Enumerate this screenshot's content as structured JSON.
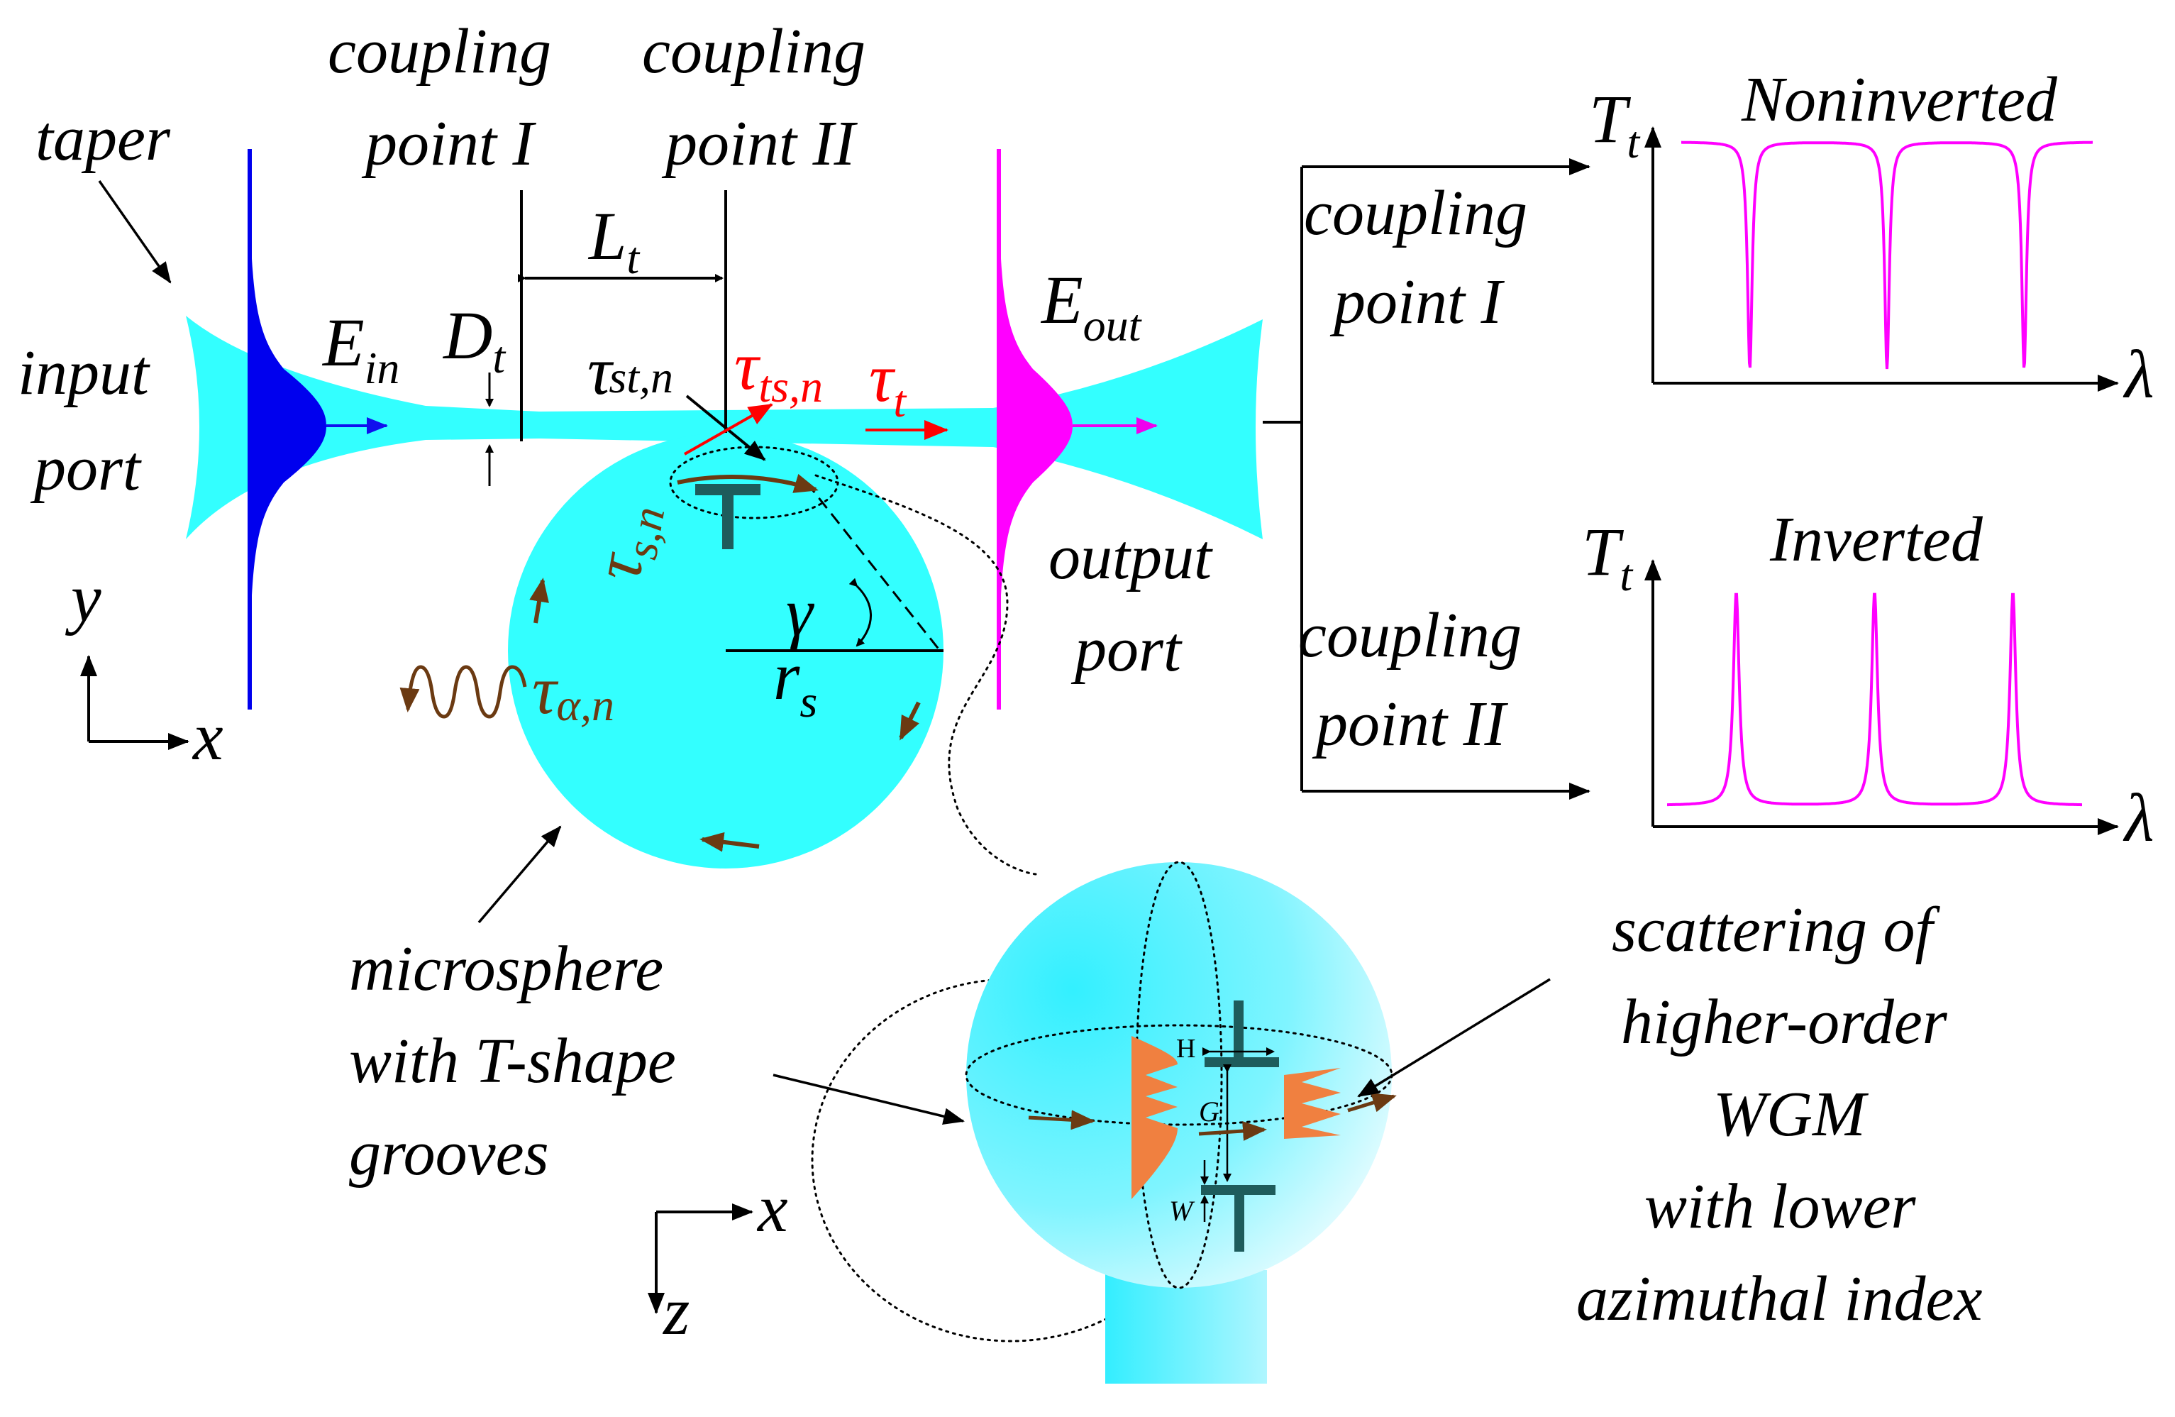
{
  "labels": {
    "taper": "taper",
    "input_port": [
      "input",
      "port"
    ],
    "output_port": [
      "output",
      "port"
    ],
    "coupling_point_1": [
      "coupling",
      "point I"
    ],
    "coupling_point_2": [
      "coupling",
      "point II"
    ],
    "microsphere": [
      "microsphere",
      "with T-shape",
      "grooves"
    ],
    "scattering": [
      "scattering of",
      "higher-order",
      "WGM",
      "with lower",
      "azimuthal index"
    ]
  },
  "symbols": {
    "E_in": {
      "main": "E",
      "sub": "in"
    },
    "E_out": {
      "main": "E",
      "sub": "out"
    },
    "D_t": {
      "main": "D",
      "sub": "t"
    },
    "L_t": {
      "main": "L",
      "sub": "t"
    },
    "tau_st": {
      "main": "τ",
      "sub": "st,n"
    },
    "tau_ts": {
      "main": "τ",
      "sub": "ts,n"
    },
    "tau_t": {
      "main": "τ",
      "sub": "t"
    },
    "tau_s": {
      "main": "τ",
      "sub": "s,n"
    },
    "tau_alpha": {
      "main": "τ",
      "sub": "α,n"
    },
    "gamma": "γ",
    "r_s": {
      "main": "r",
      "sub": "s"
    },
    "T_t": {
      "main": "T",
      "sub": "t"
    },
    "lambda": "λ",
    "H": "H",
    "G": "G",
    "W": "W"
  },
  "axes": {
    "x": "x",
    "y": "y",
    "z": "z"
  },
  "spectra": [
    {
      "title": "Noninverted",
      "mode": "dips",
      "resonances": 3
    },
    {
      "title": "Inverted",
      "mode": "peaks",
      "resonances": 3
    }
  ],
  "colors": {
    "fiber": "#33FFFF",
    "input_field": "#0000EE",
    "output_field": "#FF00FF",
    "spectrum_line": "#FF00FF",
    "flow_arrows": "#6B3A12",
    "groove": "#1E5C5C",
    "scattered_wave": "#F08040",
    "returned_light": "#FF0000"
  }
}
